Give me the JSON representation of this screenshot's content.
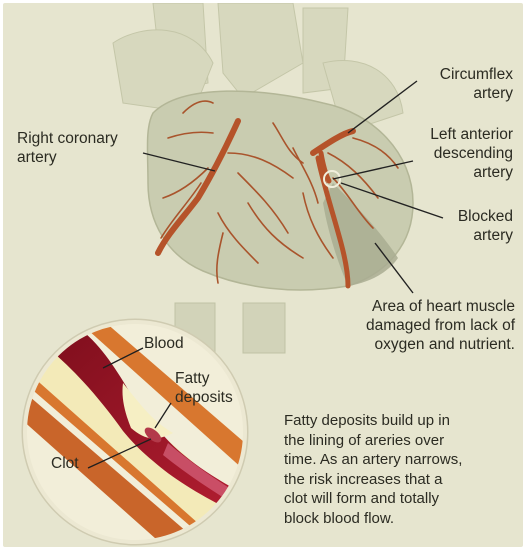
{
  "labels": {
    "right_coronary": [
      "Right coronary",
      "artery"
    ],
    "circumflex": [
      "Circumflex",
      "artery"
    ],
    "lad": [
      "Left anterior",
      "descending",
      "artery"
    ],
    "blocked": [
      "Blocked",
      "artery"
    ],
    "damaged": [
      "Area of heart muscle",
      "damaged from lack of",
      "oxygen and nutrient."
    ],
    "blood": "Blood",
    "fatty": [
      "Fatty",
      "deposits"
    ],
    "clot": "Clot"
  },
  "description": [
    "Fatty deposits build up in",
    "the lining of areries over",
    "time. As an artery narrows,",
    "the risk increases that a",
    "clot will form and totally",
    "block blood flow."
  ],
  "colors": {
    "background": "#e6e5cf",
    "heart": "#c9ccb0",
    "artery": "#b5532a",
    "damaged_area": "#a9ad92",
    "blood": "#9a1424",
    "fatty_deposit": "#f3eab8"
  }
}
